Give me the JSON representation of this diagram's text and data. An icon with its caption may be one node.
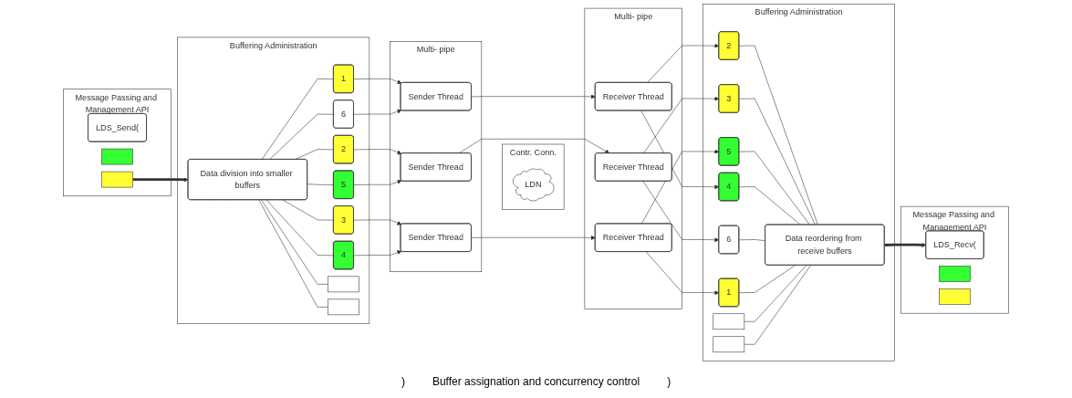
{
  "diagram": {
    "nodes": [
      {
        "text": [
          "Message Passing and Management API"
        ]
      },
      {
        "text": [
          "LDS_Send("
        ],
        "in": 0
      },
      {
        "text": [],
        "shape": "box",
        "in": 0
      },
      {
        "text": [],
        "shape": "box",
        "in": 0
      },
      {
        "text": [
          "Buffering Administration"
        ]
      },
      {
        "text": [
          "Data division into smaller buffers"
        ],
        "in": 4
      },
      {
        "text": [
          "1"
        ],
        "in": 4
      },
      {
        "text": [
          "2"
        ],
        "in": 4
      },
      {
        "text": [
          "3"
        ],
        "in": 4
      },
      {
        "text": [
          "4"
        ],
        "in": 4
      },
      {
        "text": [
          "5"
        ],
        "in": 4
      },
      {
        "text": [
          "6"
        ],
        "in": 4
      },
      {
        "text": [],
        "shape": "box",
        "in": 4
      },
      {
        "text": [],
        "shape": "box",
        "in": 4
      },
      {
        "text": [
          "Multi- pipe"
        ]
      },
      {
        "text": [
          "Sender Thread"
        ],
        "in": 14
      },
      {
        "text": [
          "Sender Thread"
        ],
        "in": 14
      },
      {
        "text": [
          "Sender Thread"
        ],
        "in": 14
      },
      {
        "text": [
          "Contr. Conn."
        ]
      },
      {
        "text": [
          "LDN"
        ],
        "in": 18
      },
      {
        "text": [
          "Multi- pipe"
        ]
      },
      {
        "text": [
          "Receiver Thread"
        ],
        "in": 20
      },
      {
        "text": [
          "Receiver Thread"
        ],
        "in": 20
      },
      {
        "text": [
          "Receiver Thread"
        ],
        "in": 20
      },
      {
        "text": [
          "Buffering Administration"
        ]
      },
      {
        "text": [
          "2"
        ],
        "in": 24
      },
      {
        "text": [
          "3"
        ],
        "in": 24
      },
      {
        "text": [
          "5"
        ],
        "in": 24
      },
      {
        "text": [
          "4"
        ],
        "in": 24
      },
      {
        "text": [
          "6"
        ],
        "in": 24
      },
      {
        "text": [
          "1"
        ],
        "in": 24
      },
      {
        "text": [],
        "shape": "box",
        "in": 24
      },
      {
        "text": [],
        "shape": "box",
        "in": 24
      },
      {
        "text": [
          "Data reordering from receive buffers"
        ],
        "in": 24
      },
      {
        "text": [
          "Message Passing and Management API"
        ]
      },
      {
        "text": [
          "LDS_Recv("
        ],
        "in": 34
      },
      {
        "text": [],
        "shape": "box",
        "in": 34
      },
      {
        "text": [],
        "shape": "box",
        "in": 34
      }
    ],
    "edges": [
      {
        "from": 3,
        "to": 5,
        "arrow": "to",
        "style": "thick"
      },
      {
        "from": 5,
        "to": 6,
        "arrow": "none"
      },
      {
        "from": 5,
        "to": 7,
        "arrow": "none"
      },
      {
        "from": 5,
        "to": 8,
        "arrow": "none"
      },
      {
        "from": 5,
        "to": 9,
        "arrow": "none"
      },
      {
        "from": 5,
        "to": 10,
        "arrow": "none"
      },
      {
        "from": 5,
        "to": 11,
        "arrow": "none"
      },
      {
        "from": 5,
        "to": 12,
        "arrow": "none"
      },
      {
        "from": 5,
        "to": 13,
        "arrow": "none"
      },
      {
        "from": 6,
        "to": 15,
        "arrow": "to"
      },
      {
        "from": 7,
        "to": 16,
        "arrow": "to"
      },
      {
        "from": 8,
        "to": 17,
        "arrow": "to"
      },
      {
        "from": 9,
        "to": 17,
        "arrow": "to"
      },
      {
        "from": 10,
        "to": 16,
        "arrow": "to"
      },
      {
        "from": 11,
        "to": 15,
        "arrow": "to"
      },
      {
        "from": 15,
        "to": 21,
        "arrow": "to"
      },
      {
        "from": 16,
        "to": 22,
        "arrow": "to"
      },
      {
        "from": 17,
        "to": 23,
        "arrow": "to"
      },
      {
        "from": 21,
        "to": 25,
        "arrow": "to"
      },
      {
        "from": 22,
        "to": 26,
        "arrow": "to"
      },
      {
        "from": 23,
        "to": 27,
        "arrow": "to"
      },
      {
        "from": 21,
        "to": 28,
        "arrow": "to"
      },
      {
        "from": 22,
        "to": 29,
        "arrow": "to"
      },
      {
        "from": 23,
        "to": 30,
        "arrow": "to"
      },
      {
        "from": 25,
        "to": 33,
        "arrow": "none"
      },
      {
        "from": 26,
        "to": 33,
        "arrow": "none"
      },
      {
        "from": 27,
        "to": 33,
        "arrow": "none"
      },
      {
        "from": 28,
        "to": 33,
        "arrow": "none"
      },
      {
        "from": 29,
        "to": 33,
        "arrow": "none"
      },
      {
        "from": 30,
        "to": 33,
        "arrow": "none"
      },
      {
        "from": 31,
        "to": 33,
        "arrow": "none"
      },
      {
        "from": 32,
        "to": 33,
        "arrow": "none"
      },
      {
        "from": 33,
        "to": 35,
        "arrow": "to",
        "style": "thick"
      }
    ],
    "labels": [
      ")",
      "Buffer assignation and concurrency control",
      ")"
    ]
  }
}
